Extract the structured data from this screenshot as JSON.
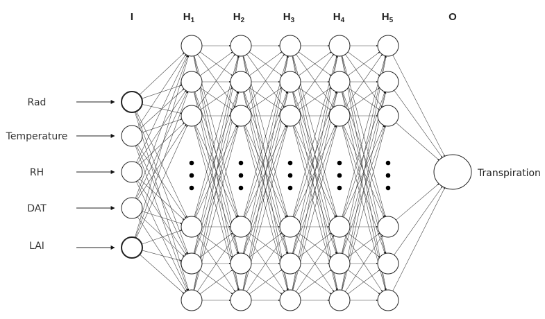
{
  "layers": [
    {
      "id": "I",
      "label": "I",
      "sub": ""
    },
    {
      "id": "H1",
      "label": "H",
      "sub": "1"
    },
    {
      "id": "H2",
      "label": "H",
      "sub": "2"
    },
    {
      "id": "H3",
      "label": "H",
      "sub": "3"
    },
    {
      "id": "H4",
      "label": "H",
      "sub": "4"
    },
    {
      "id": "H5",
      "label": "H",
      "sub": "5"
    },
    {
      "id": "O",
      "label": "O",
      "sub": ""
    }
  ],
  "inputs": [
    {
      "label": "Rad"
    },
    {
      "label": "Temperature"
    },
    {
      "label": "RH"
    },
    {
      "label": "DAT"
    },
    {
      "label": "LAI"
    }
  ],
  "output": {
    "label": "Transpiration"
  },
  "colors": {
    "line": "#444444",
    "node_stroke": "#222222",
    "node_fill": "#ffffff",
    "dot": "#000000"
  }
}
